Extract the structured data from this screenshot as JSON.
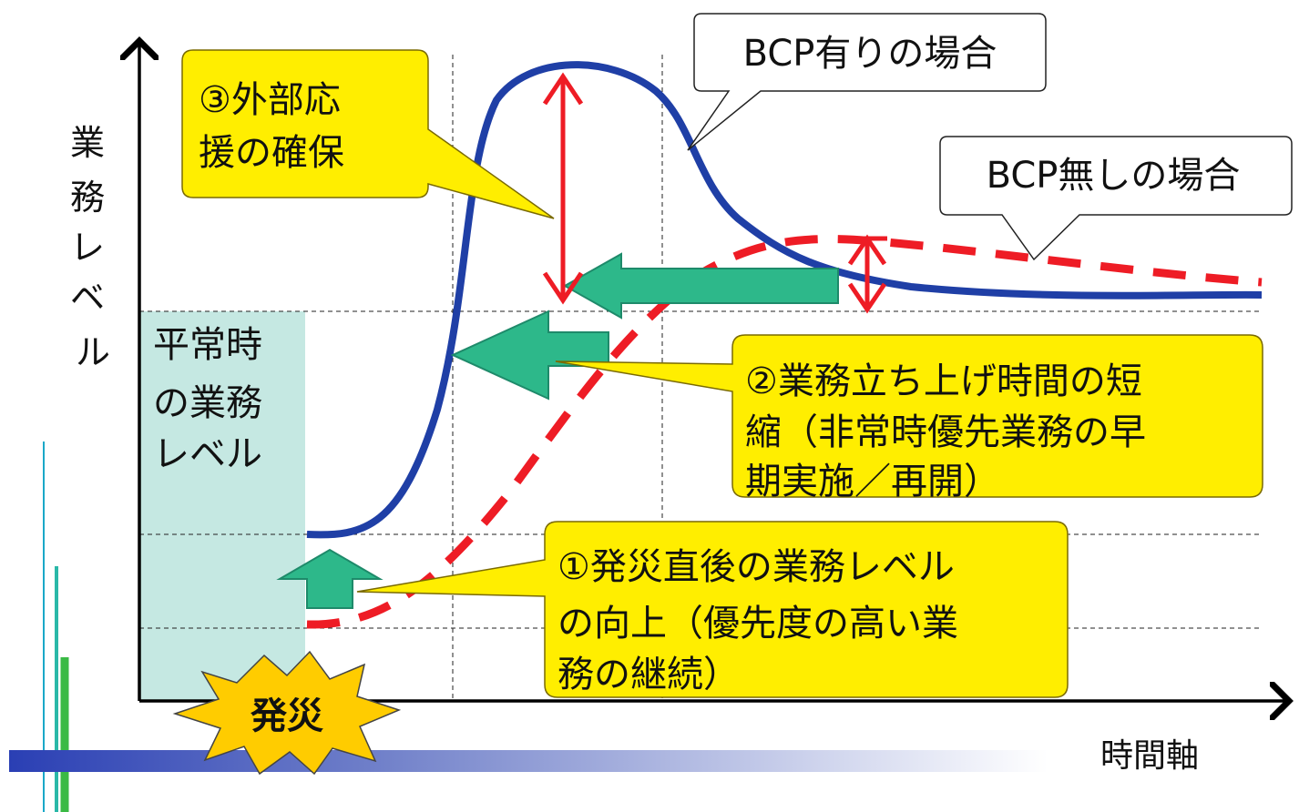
{
  "axes": {
    "y_label": [
      "業",
      "務",
      "レ",
      "ベ",
      "ル"
    ],
    "x_label": "時間軸"
  },
  "normal_level_box": {
    "lines": [
      "平常時",
      "の業務",
      "レベル"
    ]
  },
  "disaster_badge": {
    "label": "発災"
  },
  "callouts": {
    "with_bcp": "BCP有りの場合",
    "without_bcp": "BCP無しの場合",
    "outside_support": [
      "③外部応",
      "援の確保"
    ],
    "shorten_startup": [
      "②業務立ち上げ時間の短",
      "縮（非常時優先業務の早",
      "期実施／再開）"
    ],
    "improve_level": [
      "①発災直後の業務レベル",
      "の向上（優先度の高い業",
      "務の継続）"
    ]
  },
  "colors": {
    "bcp_curve": "#1f3fa6",
    "no_bcp_curve": "#ee1c25",
    "red_arrow": "#ee1c25",
    "green_arrow": "#2db88a",
    "yellow_callout": "#ffee00",
    "normal_box": "#c5e8e2",
    "badge": "#ffcc00",
    "bar_blue": "#2a3fb4",
    "accent_line_teal": "#1aa8c8",
    "accent_line_green": "#3aba45"
  }
}
